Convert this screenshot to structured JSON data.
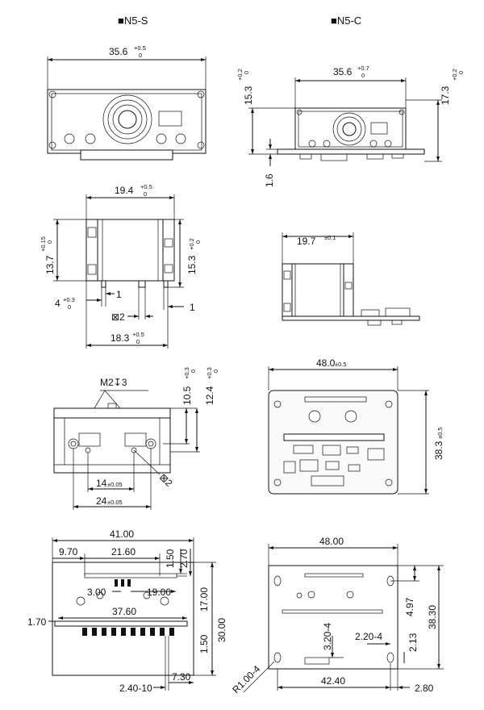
{
  "headings": {
    "left": "■N5-S",
    "right": "■N5-C"
  },
  "row1": {
    "s_width": {
      "value": "35.6",
      "upper": "+0.5",
      "lower": "0"
    },
    "c_width": {
      "value": "35.6",
      "upper": "+0.7",
      "lower": "0"
    },
    "c_height_left": {
      "value": "15.3",
      "upper": "+0.2",
      "lower": "0"
    },
    "c_height_right": {
      "value": "17.3",
      "upper": "+0.2",
      "lower": "0"
    },
    "c_pcb": "1.6"
  },
  "row2": {
    "s_width": {
      "value": "19.4",
      "upper": "+0.5",
      "lower": "0"
    },
    "s_height_left": {
      "value": "13.7",
      "upper": "+0.15",
      "lower": "0"
    },
    "s_height_right": {
      "value": "15.3",
      "upper": "+0.2",
      "lower": "0"
    },
    "s_foot_left": "1",
    "s_foot_right": "1",
    "s_offset": {
      "value": "4",
      "upper": "+0.3",
      "lower": "0"
    },
    "s_square": "⊠2",
    "s_total": {
      "value": "18.3",
      "upper": "+0.5",
      "lower": "0"
    },
    "c_width": {
      "value": "19.7",
      "tol": "±0.1"
    }
  },
  "row3": {
    "screw": "M2↧3",
    "h1": {
      "value": "10.5",
      "upper": "+0.3",
      "lower": "0"
    },
    "h2": {
      "value": "12.4",
      "upper": "+0.3",
      "lower": "0"
    },
    "pitch14": {
      "value": "14",
      "tol": "±0.05"
    },
    "pitch24": {
      "value": "24",
      "tol": "±0.05"
    },
    "pin": "⊠2",
    "c_width": {
      "value": "48.0",
      "tol": "±0.5"
    },
    "c_height": {
      "value": "38.3",
      "tol": "±0.5"
    }
  },
  "row4_left": {
    "w41": "41.00",
    "d970": "9.70",
    "d2160": "21.60",
    "d150a": "1.50",
    "d270": "2.70",
    "d300": "3.00",
    "d1900": "19.00",
    "d1700": "17.00",
    "d3760": "37.60",
    "d170": "1.70",
    "d3000": "30.00",
    "d150b": "1.50",
    "d730": "7.30",
    "d240": "2.40-10"
  },
  "row4_right": {
    "w48": "48.00",
    "d497": "4.97",
    "d3830": "38.30",
    "d320": "3.20-4",
    "d220": "2.20-4",
    "d213": "2.13",
    "r100": "R1.00-4",
    "d4240": "42.40",
    "d280": "2.80"
  }
}
